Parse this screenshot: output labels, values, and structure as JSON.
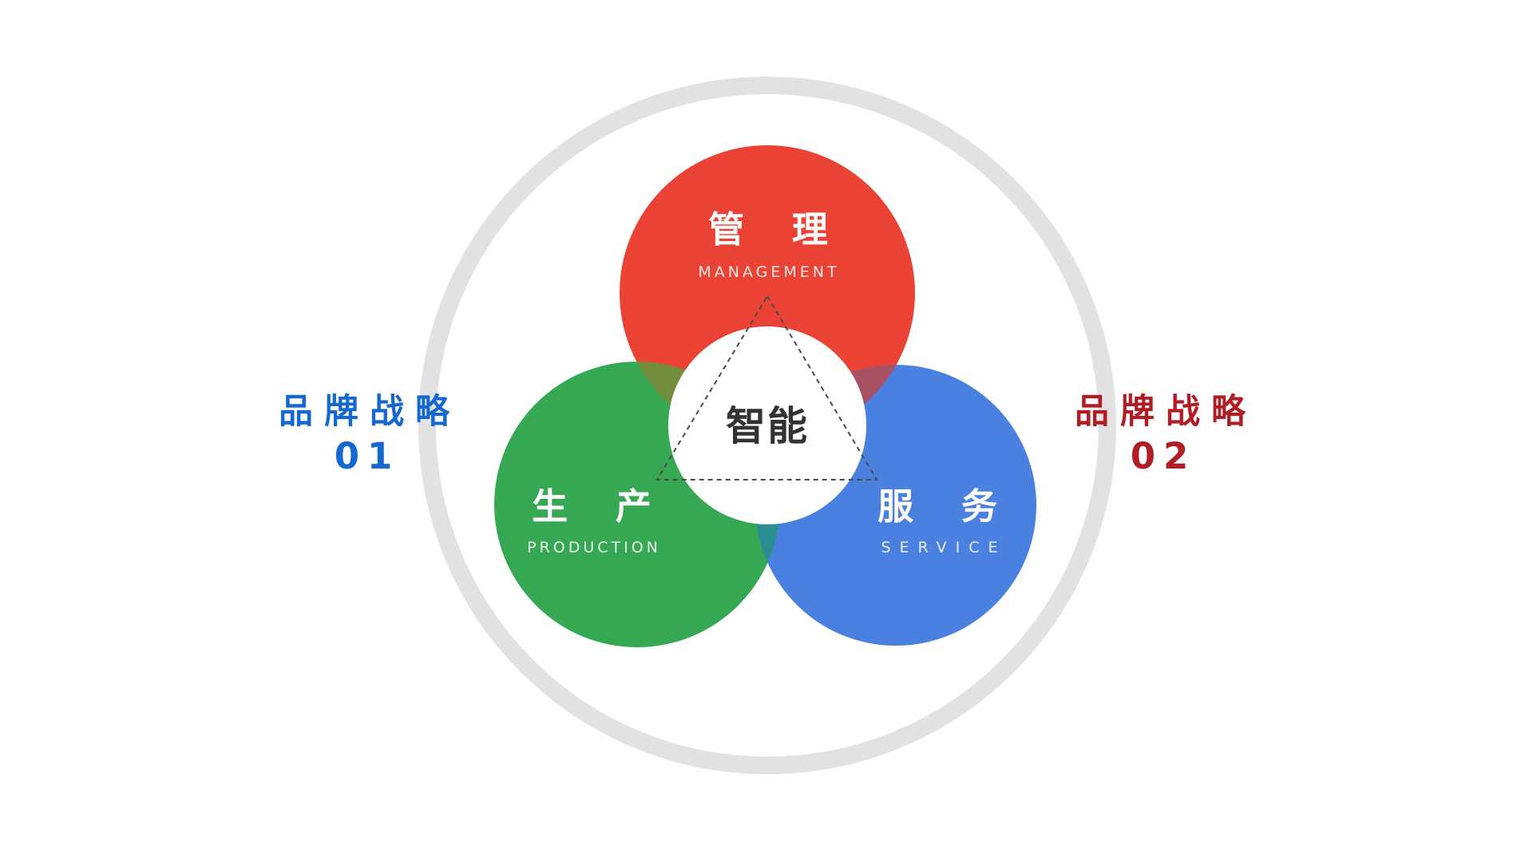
{
  "slide": {
    "labels": {
      "left": {
        "title": "品牌战略",
        "number": "01",
        "color": "#1468cf"
      },
      "right": {
        "title": "品牌战略",
        "number": "02",
        "color": "#b01d24"
      }
    },
    "venn": {
      "center": "智能",
      "center_text_color": "#333333",
      "ring_color": "#e2e2e2",
      "triangle_color": "#4a4a4a",
      "management": {
        "title": "管 理",
        "subtitle": "MANAGEMENT",
        "color": "#ea4335"
      },
      "production": {
        "title": "生 产",
        "subtitle": "PRODUCTION",
        "color": "#36a853"
      },
      "service": {
        "title": "服 务",
        "subtitle": "SERVICE",
        "color": "#4a80e0"
      },
      "overlaps": {
        "management_production": "#748d3c",
        "management_service": "#a85263",
        "production_service": "#2c8e93"
      }
    }
  }
}
